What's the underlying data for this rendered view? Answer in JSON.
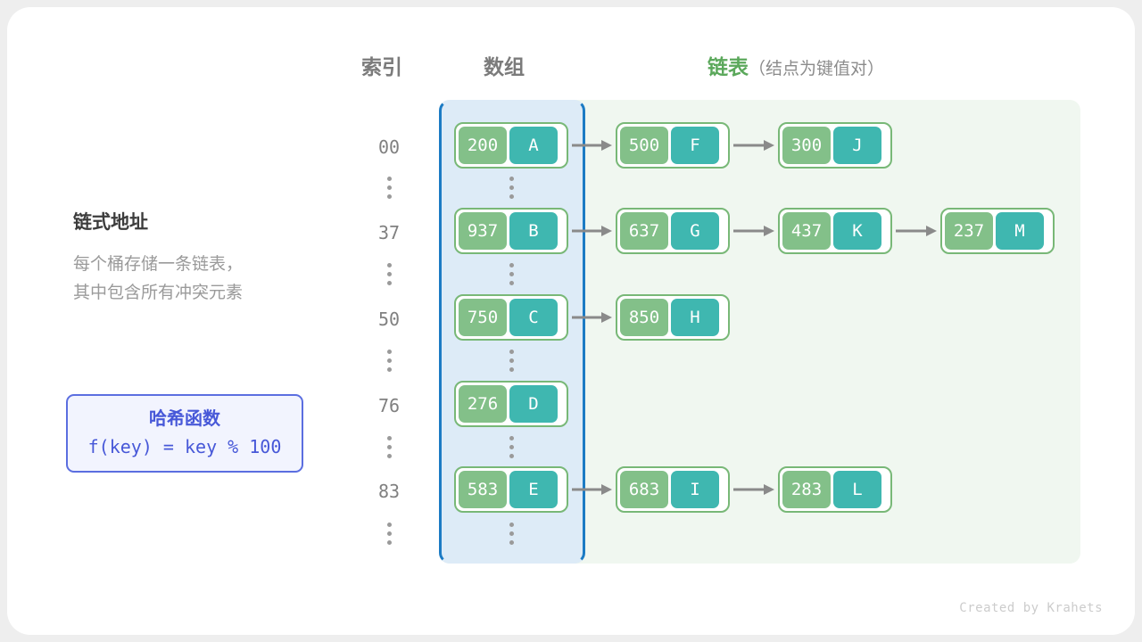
{
  "headers": {
    "index": "索引",
    "array": "数组",
    "list_main": "链表",
    "list_sub": "（结点为键值对）"
  },
  "description": {
    "title": "链式地址",
    "line1": "每个桶存储一条链表，",
    "line2": "其中包含所有冲突元素"
  },
  "hash_box": {
    "title": "哈希函数",
    "formula": "f(key) = key % 100"
  },
  "colors": {
    "key_cell": "#83c089",
    "value_cell": "#3fb7b0",
    "node_border": "#78b877",
    "array_border": "#1c7bc4",
    "array_fill": "#ddebf7",
    "list_panel_fill": "#f0f7f0",
    "hash_accent": "#4758d8",
    "arrow": "#8a8a8a",
    "header_gray": "#7b7b7b",
    "header_green": "#5ba85b"
  },
  "ellipsis_glyph": "⋮",
  "buckets": [
    {
      "index": "00",
      "nodes": [
        {
          "key": "200",
          "value": "A"
        },
        {
          "key": "500",
          "value": "F"
        },
        {
          "key": "300",
          "value": "J"
        }
      ]
    },
    {
      "index": "37",
      "nodes": [
        {
          "key": "937",
          "value": "B"
        },
        {
          "key": "637",
          "value": "G"
        },
        {
          "key": "437",
          "value": "K"
        },
        {
          "key": "237",
          "value": "M"
        }
      ]
    },
    {
      "index": "50",
      "nodes": [
        {
          "key": "750",
          "value": "C"
        },
        {
          "key": "850",
          "value": "H"
        }
      ]
    },
    {
      "index": "76",
      "nodes": [
        {
          "key": "276",
          "value": "D"
        }
      ]
    },
    {
      "index": "83",
      "nodes": [
        {
          "key": "583",
          "value": "E"
        },
        {
          "key": "683",
          "value": "I"
        },
        {
          "key": "283",
          "value": "L"
        }
      ]
    }
  ],
  "footer": "Created by Krahets"
}
